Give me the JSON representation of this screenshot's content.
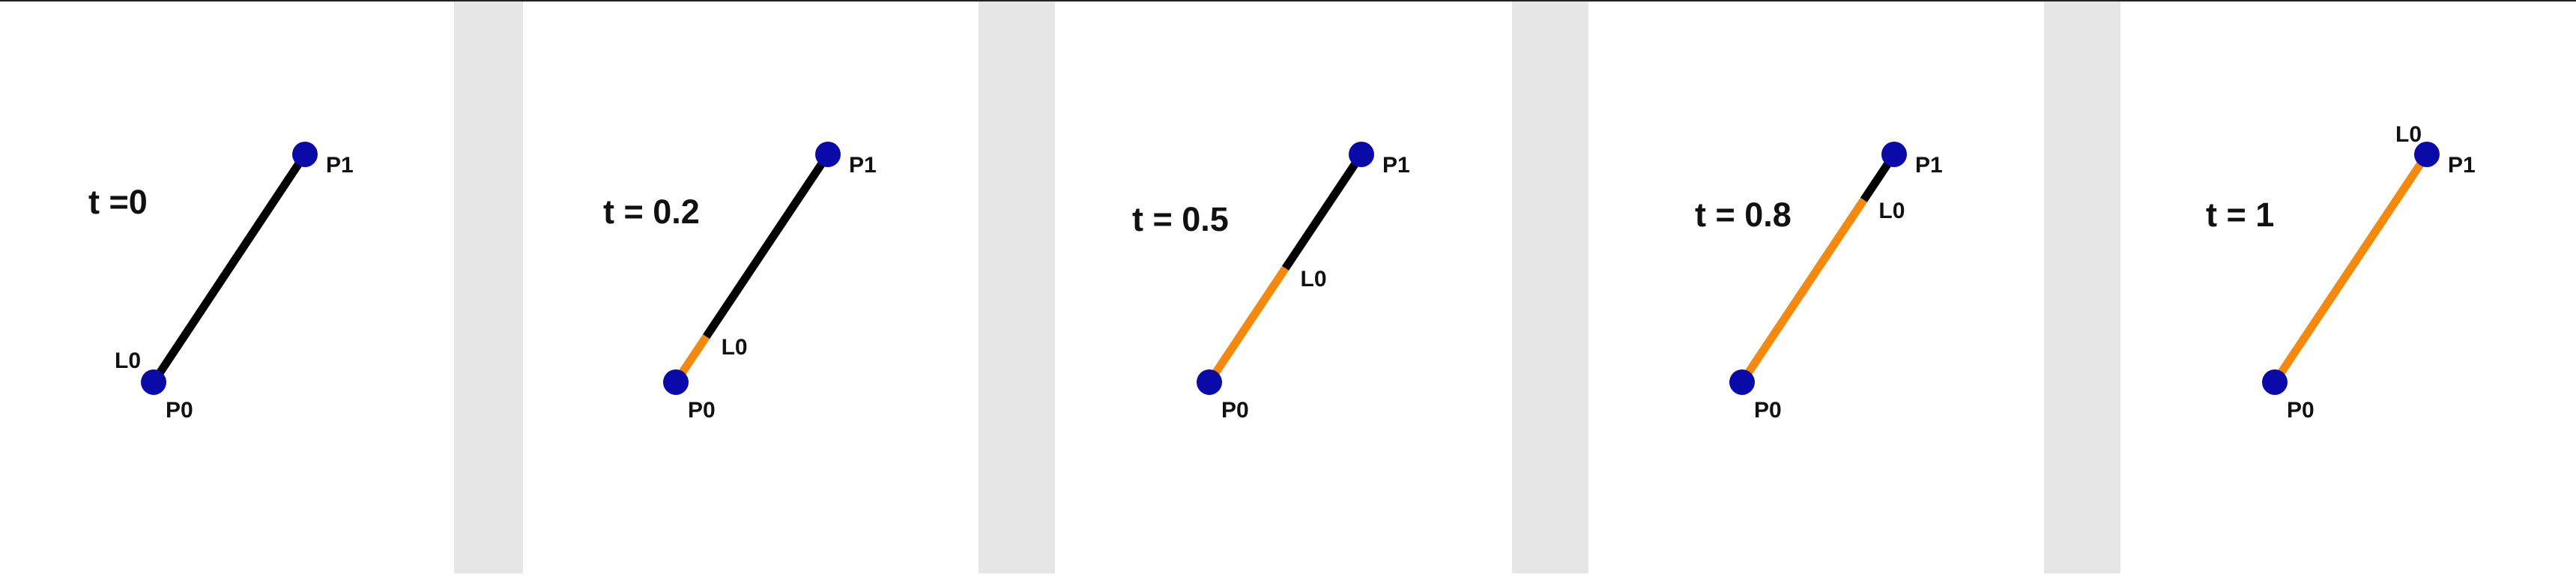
{
  "colors": {
    "background": "#ffffff",
    "gutter": "#e6e6e6",
    "top_rule": "#222222",
    "segment_remaining": "#000000",
    "segment_traversed": "#f5890d",
    "point_fill": "#0a0aa8"
  },
  "point_labels": {
    "start": "P0",
    "end": "P1",
    "lerp": "L0"
  },
  "frames": [
    {
      "t": 0,
      "t_label": "t =0"
    },
    {
      "t": 0.2,
      "t_label": "t = 0.2"
    },
    {
      "t": 0.5,
      "t_label": "t = 0.5"
    },
    {
      "t": 0.8,
      "t_label": "t = 0.8"
    },
    {
      "t": 1,
      "t_label": "t = 1"
    }
  ]
}
